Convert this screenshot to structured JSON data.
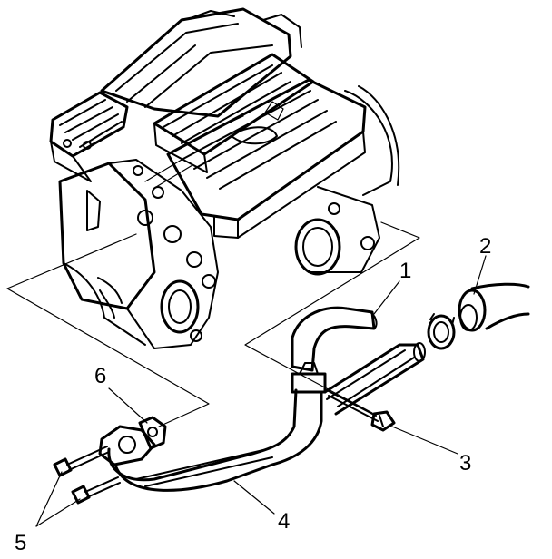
{
  "diagram": {
    "callouts": [
      {
        "id": "1",
        "text": "1"
      },
      {
        "id": "2",
        "text": "2"
      },
      {
        "id": "3",
        "text": "3"
      },
      {
        "id": "4",
        "text": "4"
      },
      {
        "id": "5",
        "text": "5"
      },
      {
        "id": "6",
        "text": "6"
      }
    ],
    "parts": [
      {
        "callout": "1",
        "icon": "upper-coolant-hose"
      },
      {
        "callout": "2",
        "icon": "radiator-hose-end"
      },
      {
        "callout": "3",
        "icon": "bolt"
      },
      {
        "callout": "4",
        "icon": "coolant-pipe"
      },
      {
        "callout": "5",
        "icon": "mounting-bolts"
      },
      {
        "callout": "6",
        "icon": "gasket"
      }
    ],
    "line_color": "#000000",
    "background": "#ffffff"
  }
}
